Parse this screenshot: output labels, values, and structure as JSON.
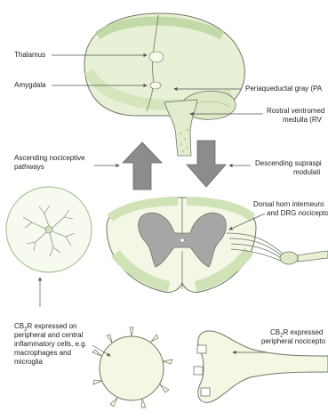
{
  "colors": {
    "tissue_green": "#cfe3b7",
    "tissue_light": "#f4f7e6",
    "outline": "#6b7763",
    "arrow_gray": "#8c8c8c",
    "text": "#222222"
  },
  "labels": {
    "thalamus": "Thalamus",
    "amygdala": "Amygdala",
    "pag": "Periaqueductal gray (PA",
    "rvm_line1": "Rostral ventromed",
    "rvm_line2": "medulla (RV",
    "ascending_line1": "Ascending nociceptive",
    "ascending_line2": "pathways",
    "descending_line1": "Descending supraspi",
    "descending_line2": "modulati",
    "dorsal_line1": "Dorsal horn interneuro",
    "dorsal_line2": "and DRG nocicepto",
    "cb2_peripheral_neurons_line1": "CB2R expressed",
    "cb2_peripheral_neurons_line2": "peripheral nocicepto",
    "cb2_immune_line1": "CB2R expressed on",
    "cb2_immune_line2": "peripheral and central",
    "cb2_immune_line3": "inflammatory cells, e.g.",
    "cb2_immune_line4": "macrophages and",
    "cb2_immune_line5": "microglia"
  },
  "icons": {
    "up_arrow": "block-arrow-up",
    "down_arrow": "block-arrow-down"
  }
}
